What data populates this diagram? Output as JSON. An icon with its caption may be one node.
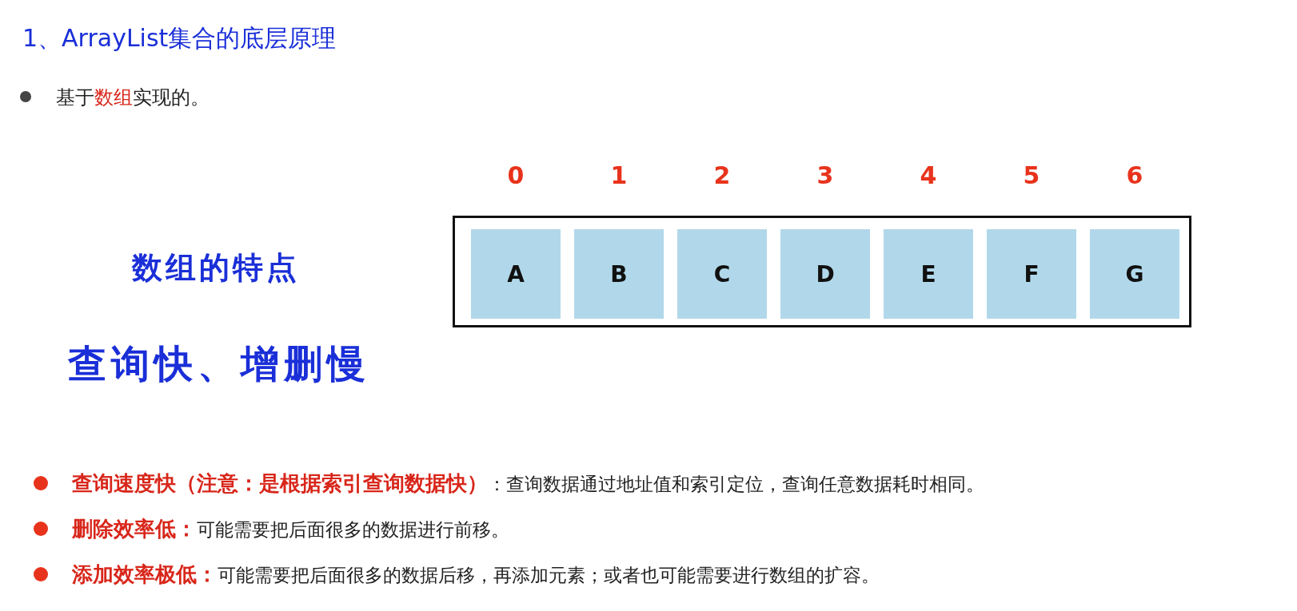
{
  "diagram": {
    "title": "1、ArrayList集合的底层原理",
    "nodes": [
      {
        "text": [],
        "shape": "box"
      },
      {
        "text": [
          "A"
        ],
        "in": 0,
        "beside": [
          "0"
        ]
      },
      {
        "text": [
          "B"
        ],
        "in": 0,
        "beside": [
          "1"
        ]
      },
      {
        "text": [
          "C"
        ],
        "in": 0,
        "beside": [
          "2"
        ]
      },
      {
        "text": [
          "D"
        ],
        "in": 0,
        "beside": [
          "3"
        ]
      },
      {
        "text": [
          "E"
        ],
        "in": 0,
        "beside": [
          "4"
        ]
      },
      {
        "text": [
          "F"
        ],
        "in": 0,
        "beside": [
          "5"
        ]
      },
      {
        "text": [
          "G"
        ],
        "in": 0,
        "beside": [
          "6"
        ]
      }
    ],
    "labels": [
      "基于**数组**实现的。",
      "数组的特点",
      "查询快、增删慢",
      "**查询速度快（注意：是根据索引查询数据快）**：查询数据通过地址值和索引定位，查询任意数据耗时相同。",
      "**删除效率低：**可能需要把后面很多的数据进行前移。",
      "**添加效率极低：**可能需要把后面很多的数据后移，再添加元素；或者也可能需要进行数组的扩容。"
    ]
  }
}
